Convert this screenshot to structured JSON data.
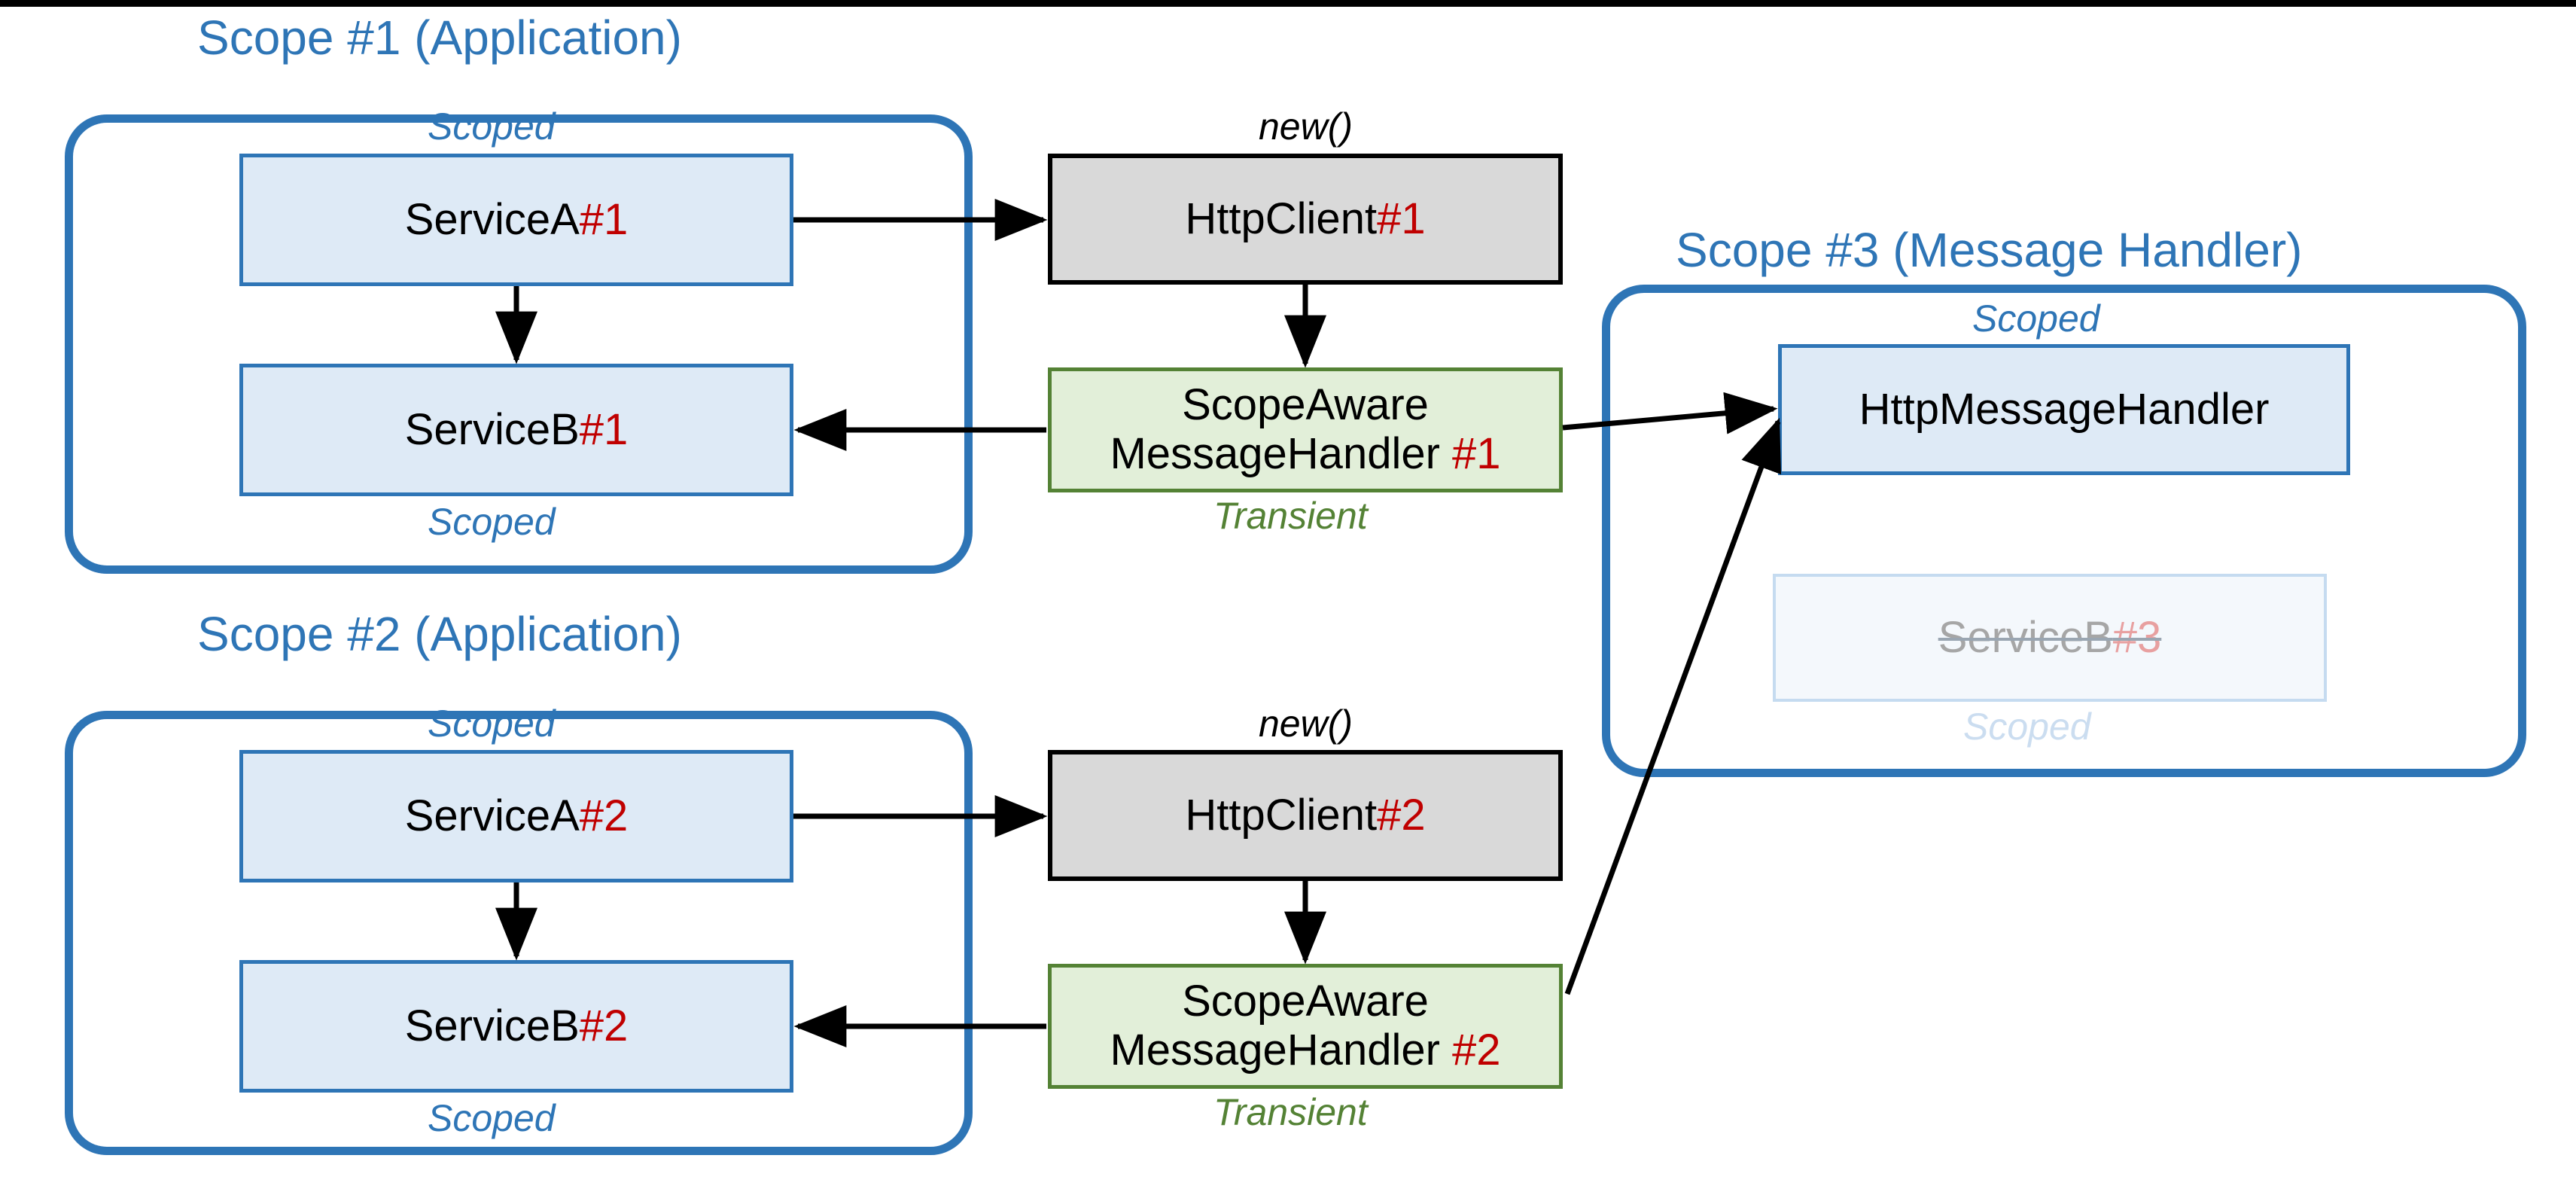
{
  "diagram": {
    "title": "HttpClient / ScopeAwareMessageHandler dependency-injection scope diagram",
    "colors": {
      "scope_blue": "#2E75B6",
      "node_blue_fill": "#DEEAF6",
      "node_gray_fill": "#D9D9D9",
      "node_green_fill": "#E2EFD9",
      "node_green_border": "#548235",
      "number_red": "#C00000",
      "faded_gray": "#A6A6A6",
      "arrow_black": "#000000"
    }
  },
  "scopes": [
    {
      "id": "scope1",
      "title": "Scope #1 (Application)"
    },
    {
      "id": "scope2",
      "title": "Scope #2 (Application)"
    },
    {
      "id": "scope3",
      "title": "Scope #3 (Message Handler)"
    }
  ],
  "nodes": {
    "service_a_1": {
      "label": "ServiceA ",
      "number": "#1",
      "lifetime": "Scoped"
    },
    "service_b_1": {
      "label": "ServiceB ",
      "number": "#1",
      "lifetime": "Scoped"
    },
    "service_a_2": {
      "label": "ServiceA ",
      "number": "#2",
      "lifetime": "Scoped"
    },
    "service_b_2": {
      "label": "ServiceB ",
      "number": "#2",
      "lifetime": "Scoped"
    },
    "http_client_1": {
      "label": "HttpClient ",
      "number": "#1",
      "lifetime": "new()"
    },
    "http_client_2": {
      "label": "HttpClient ",
      "number": "#2",
      "lifetime": "new()"
    },
    "handler_1": {
      "line1": "ScopeAware",
      "line2": "MessageHandler ",
      "number": "#1",
      "lifetime": "Transient"
    },
    "handler_2": {
      "line1": "ScopeAware",
      "line2": "MessageHandler ",
      "number": "#2",
      "lifetime": "Transient"
    },
    "http_message_handler": {
      "label": "HttpMessageHandler",
      "number": "",
      "lifetime": "Scoped"
    },
    "service_b_3": {
      "label": "ServiceB ",
      "number": "#3",
      "lifetime": "Scoped",
      "state": "struck-out"
    }
  }
}
